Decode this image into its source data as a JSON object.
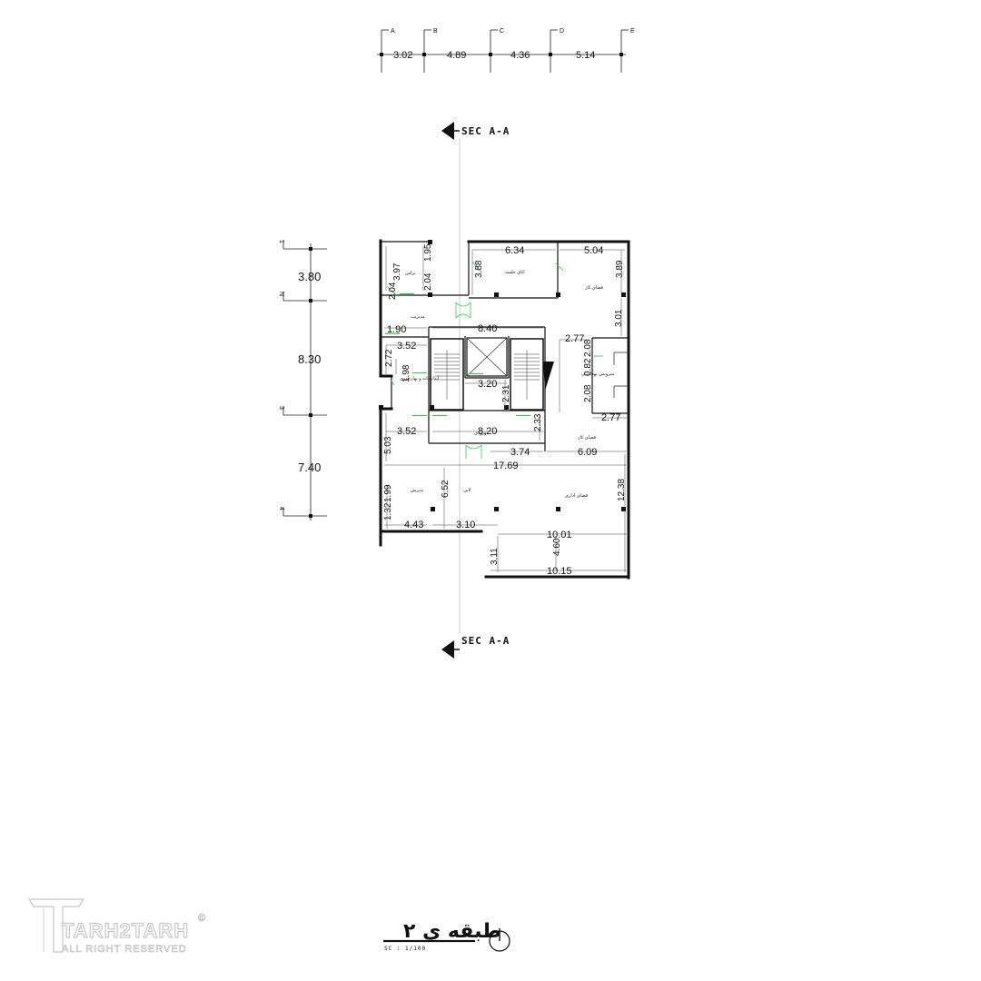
{
  "sheet": {
    "title": "طبقه ی ۲",
    "scale": "SC : 1/100",
    "section_marker": "SEC A-A"
  },
  "top_grid": {
    "letters": [
      "A",
      "B",
      "C",
      "D",
      "E"
    ],
    "spacings": [
      "3.02",
      "4.89",
      "4.36",
      "5.14"
    ]
  },
  "side_grid": {
    "labels": [
      "1",
      "N",
      "3",
      "4"
    ],
    "spacings": [
      "3.80",
      "8.30",
      "7.40"
    ]
  },
  "rooms": {
    "terrace": "تراس",
    "meeting_room": "اتاق جلسه",
    "work_space_top": "فضای کار",
    "management": "مدیریت",
    "kitchen": "آبدارخانه و نهارخوری",
    "bathroom": "سرویس بهداشتی",
    "work_space_mid": "فضای کار",
    "entrance": "ورودی",
    "reception": "پذیرش",
    "lobby": "لابی",
    "office_space": "فضای اداری"
  },
  "dimensions": {
    "d_3_97": "3.97",
    "d_1_95": "1.95",
    "d_2_04a": "2.04",
    "d_2_04b": "2.04",
    "d_6_34": "6.34",
    "d_5_04": "5.04",
    "d_3_88": "3.88",
    "d_3_89": "3.89",
    "d_3_01": "3.01",
    "d_1_90": "1.90",
    "d_8_40": "8.40",
    "d_2_77a": "2.77",
    "d_3_52a": "3.52",
    "d_2_72": "2.72",
    "d_1_98": "1.98",
    "d_2_08a": "2.08",
    "d_0_82": "0.82",
    "d_2_08b": "2.08",
    "d_3_20": "3.20",
    "d_2_31": "2.31",
    "d_2_77b": "2.77",
    "d_3_52b": "3.52",
    "d_8_20": "8.20",
    "d_2_33": "2.33",
    "d_5_03": "5.03",
    "d_3_74": "3.74",
    "d_6_09": "6.09",
    "d_17_69": "17.69",
    "d_6_52": "6.52",
    "d_12_38": "12.38",
    "d_1_99": "1.99",
    "d_1_32": "1.32",
    "d_4_43": "4.43",
    "d_3_10": "3.10",
    "d_10_01": "10.01",
    "d_4_60": "4.60",
    "d_3_11": "3.11",
    "d_10_15": "10.15"
  },
  "watermark": {
    "brand": "TARH2TARH",
    "rights": "ALL RIGHT RESERVED",
    "copyright": "©"
  },
  "colors": {
    "wall": "#111111",
    "line": "#333333",
    "door": "#2ecc40",
    "watermark": "#c8c8c8"
  }
}
